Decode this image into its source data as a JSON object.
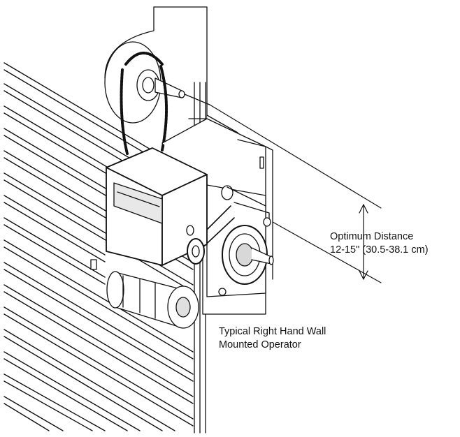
{
  "annotations": {
    "distance_title": "Optimum Distance",
    "distance_value": "12-15\" (30.5-38.1 cm)",
    "caption_line1": "Typical Right Hand Wall",
    "caption_line2": "Mounted Operator"
  },
  "colors": {
    "line": "#111111",
    "shade": "#cfcfcf",
    "fill": "#ffffff"
  }
}
